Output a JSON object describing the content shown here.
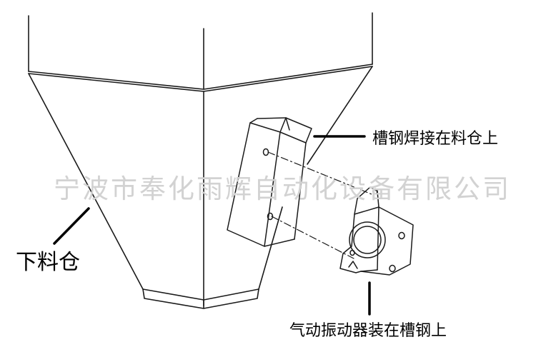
{
  "labels": {
    "channel_welded": "槽钢焊接在料仓上",
    "vibrator_mounted": "气动振动器装在槽钢上",
    "hopper": "下料仓"
  },
  "watermark": "宁波市奉化雨辉自动化设备有限公司",
  "colors": {
    "line": "#1a1a1a",
    "watermark": "#d2d2d2",
    "background": "#ffffff"
  }
}
